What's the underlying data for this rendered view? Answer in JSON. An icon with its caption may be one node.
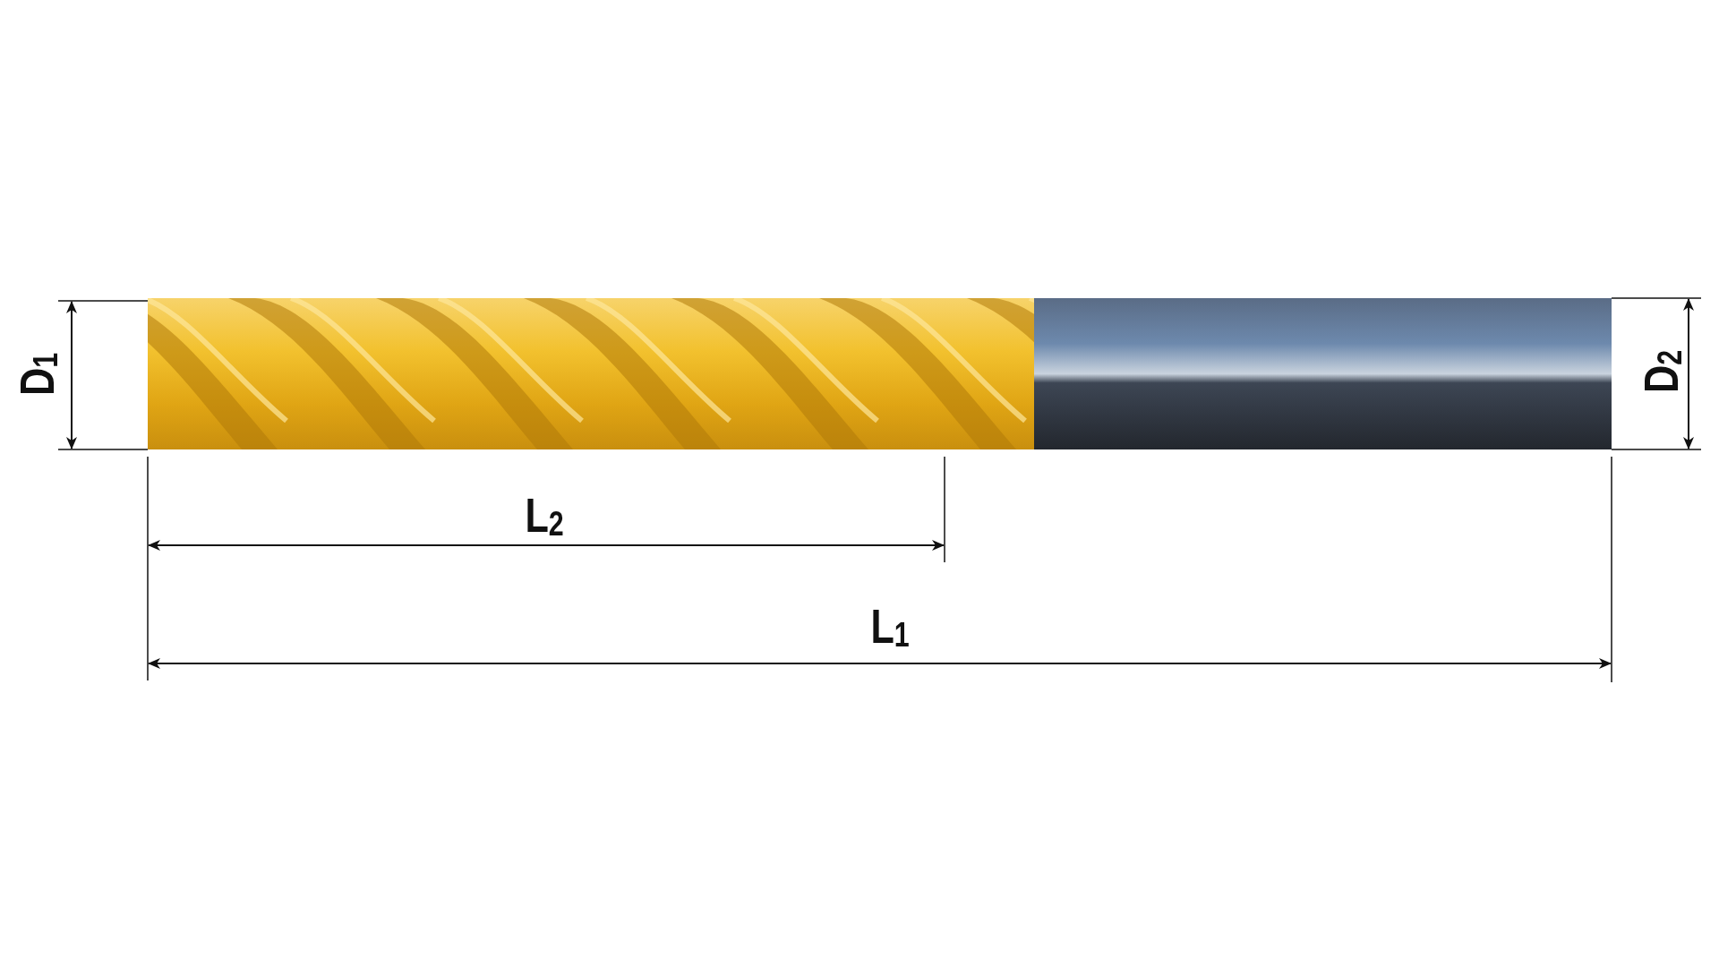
{
  "diagram": {
    "labels": [
      "D$_{1}$",
      "D$_{2}$",
      "L$_{2}$",
      "L$_{1}$"
    ]
  }
}
